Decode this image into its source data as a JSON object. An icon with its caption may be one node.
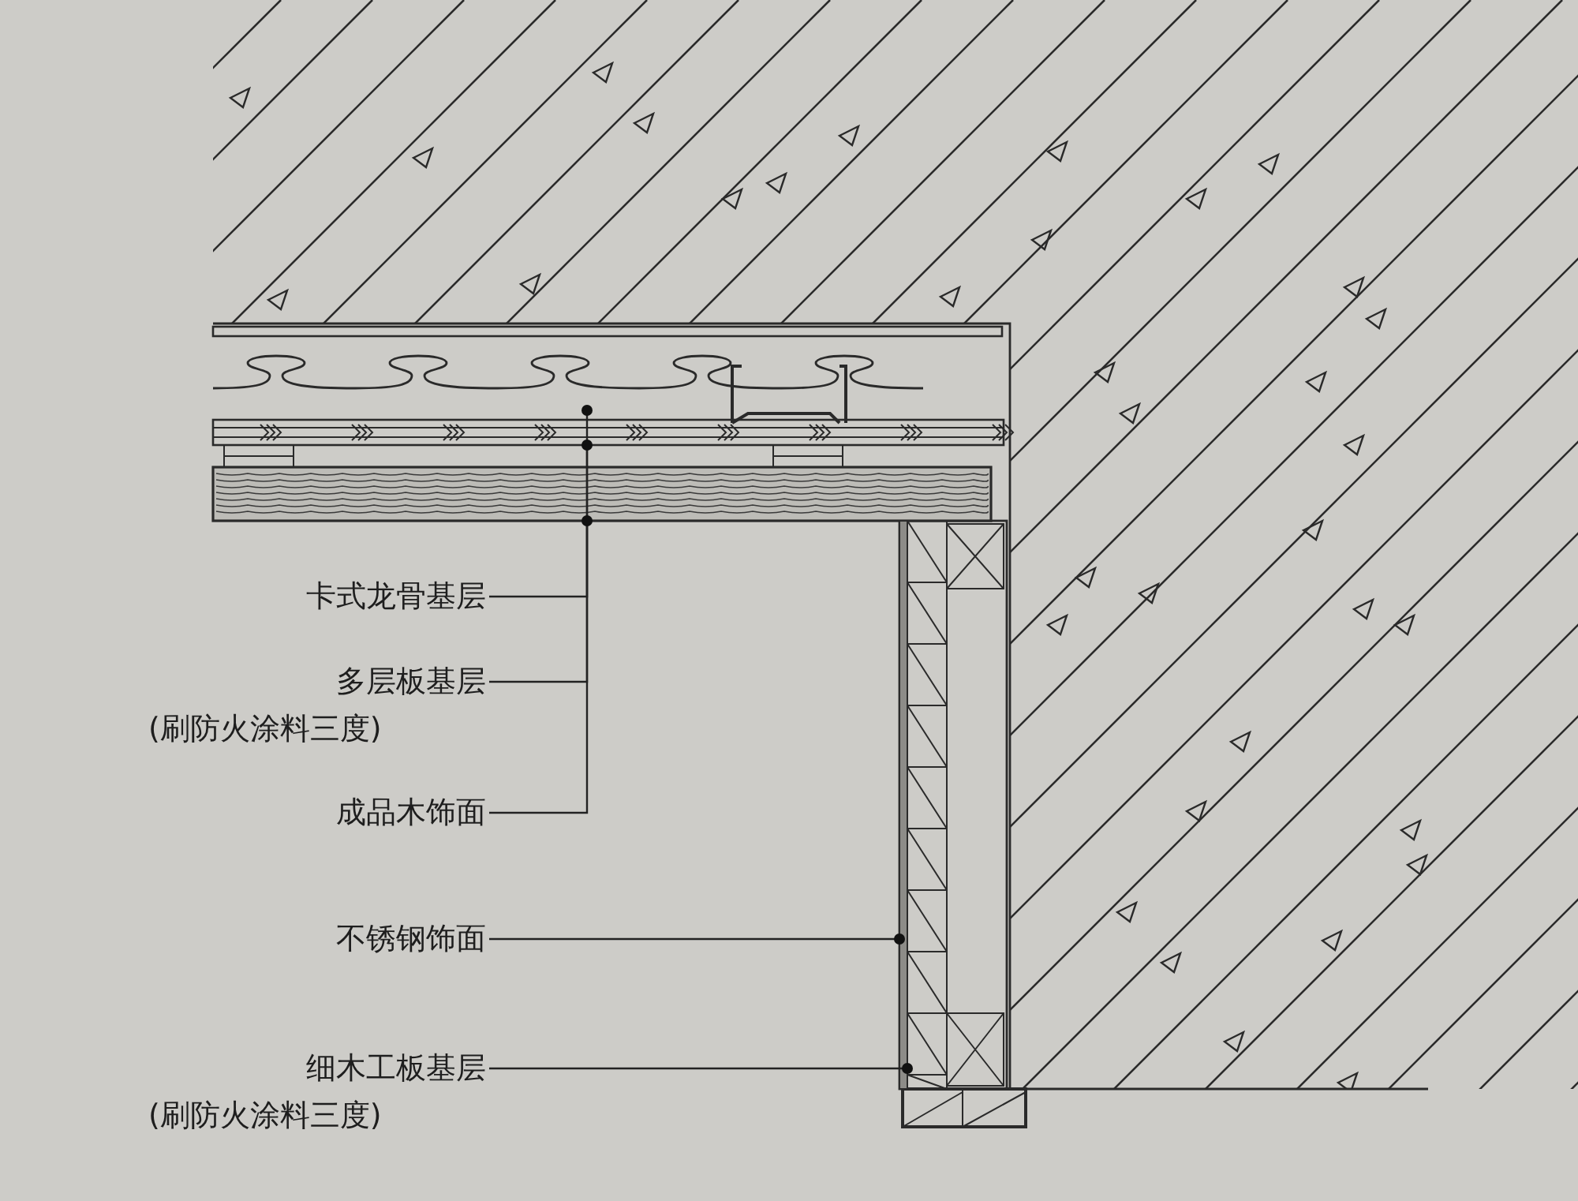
{
  "diagram": {
    "nodes": [
      {
        "text": [
          "卡式龙骨基层"
        ]
      },
      {
        "text": [
          "多层板基层",
          "(刷防火涂料三度)"
        ]
      },
      {
        "text": [
          "成品木饰面"
        ]
      },
      {
        "text": [
          "不锈钢饰面"
        ]
      },
      {
        "text": [
          "细木工板基层",
          "(刷防火涂料三度)"
        ]
      },
      {
        "text": [],
        "shape": "bar"
      },
      {
        "text": [],
        "shape": "bar"
      },
      {
        "text": [],
        "shape": "bar"
      },
      {
        "text": [],
        "shape": "bar"
      },
      {
        "text": [],
        "shape": "bar"
      }
    ],
    "edges": [
      {
        "from": 0,
        "to": 5,
        "arrow": "other"
      },
      {
        "from": 1,
        "to": 6,
        "arrow": "other"
      },
      {
        "from": 2,
        "to": 7,
        "arrow": "other"
      },
      {
        "from": 3,
        "to": 8,
        "arrow": "other"
      },
      {
        "from": 4,
        "to": 9,
        "arrow": "other"
      }
    ]
  }
}
